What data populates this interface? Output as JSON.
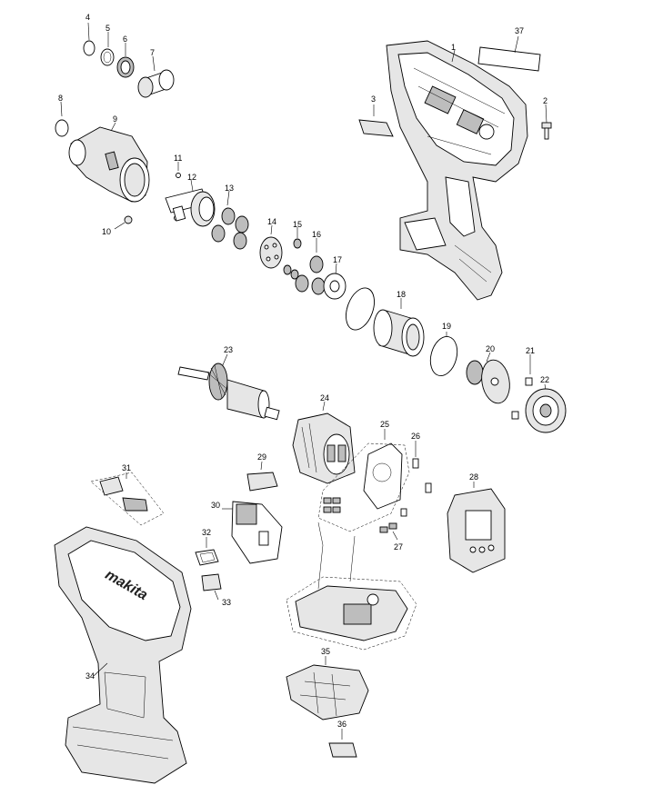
{
  "callouts": [
    {
      "label": "1"
    },
    {
      "label": "2"
    },
    {
      "label": "3"
    },
    {
      "label": "4"
    },
    {
      "label": "5"
    },
    {
      "label": "6"
    },
    {
      "label": "7"
    },
    {
      "label": "8"
    },
    {
      "label": "9"
    },
    {
      "label": "10"
    },
    {
      "label": "11"
    },
    {
      "label": "12"
    },
    {
      "label": "13"
    },
    {
      "label": "14"
    },
    {
      "label": "15"
    },
    {
      "label": "16"
    },
    {
      "label": "17"
    },
    {
      "label": "18"
    },
    {
      "label": "19"
    },
    {
      "label": "20"
    },
    {
      "label": "21"
    },
    {
      "label": "22"
    },
    {
      "label": "23"
    },
    {
      "label": "24"
    },
    {
      "label": "25"
    },
    {
      "label": "26"
    },
    {
      "label": "27"
    },
    {
      "label": "28"
    },
    {
      "label": "29"
    },
    {
      "label": "30"
    },
    {
      "label": "31"
    },
    {
      "label": "32"
    },
    {
      "label": "33"
    },
    {
      "label": "34"
    },
    {
      "label": "35"
    },
    {
      "label": "36"
    },
    {
      "label": "37"
    }
  ],
  "housing_logo": "makita"
}
